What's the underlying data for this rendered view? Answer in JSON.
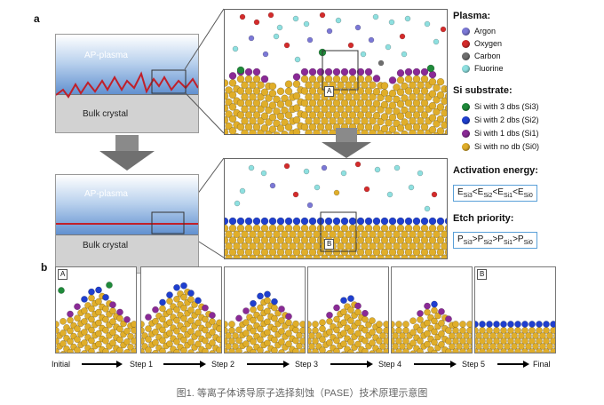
{
  "panel_a": {
    "letter": "a",
    "schematic_top": {
      "plasma": "AP-plasma",
      "bulk": "Bulk crystal"
    },
    "schematic_bottom": {
      "plasma": "AP-plasma",
      "bulk": "Bulk crystal"
    },
    "inset_top_tag": "A",
    "inset_bottom_tag": "B"
  },
  "legend": {
    "plasma_heading": "Plasma:",
    "plasma_items": [
      {
        "label": "Argon",
        "color": "#7b78d6"
      },
      {
        "label": "Oxygen",
        "color": "#d42b2b"
      },
      {
        "label": "Carbon",
        "color": "#6e6e6e"
      },
      {
        "label": "Fluorine",
        "color": "#8ee0e0"
      }
    ],
    "si_heading": "Si substrate:",
    "si_items": [
      {
        "label": "Si with 3 dbs (Si3)",
        "color": "#1f8a3a"
      },
      {
        "label": "Si with 2 dbs (Si2)",
        "color": "#1f3fcf"
      },
      {
        "label": "Si with 1 dbs (Si1)",
        "color": "#8a2a96"
      },
      {
        "label": "Si with no db (Si0)",
        "color": "#e0ae2a"
      }
    ],
    "activation_heading": "Activation energy:",
    "etch_heading": "Etch priority:"
  },
  "formulas": {
    "E": "E",
    "P": "P",
    "subs": [
      "Si3",
      "Si2",
      "Si1",
      "Si0"
    ],
    "op": "<",
    "op2": ">"
  },
  "panel_b": {
    "letter": "b",
    "tag_start": "A",
    "tag_end": "B",
    "steps": [
      "Initial",
      "Step 1",
      "Step 2",
      "Step 3",
      "Step 4",
      "Step 5",
      "Final"
    ]
  },
  "caption": "图1. 等离子体诱导原子选择刻蚀（PASE）技术原理示意图"
}
